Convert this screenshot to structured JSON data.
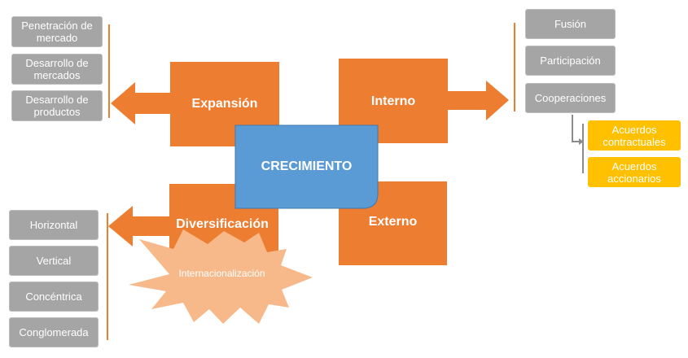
{
  "colors": {
    "orange": "#ed7d31",
    "blue": "#5b9bd5",
    "gray": "#a5a5a5",
    "yellow": "#ffc000",
    "star": "#f7b98a"
  },
  "center": {
    "label": "CRECIMIENTO"
  },
  "quadrants": {
    "expansion": "Expansión",
    "interno": "Interno",
    "diversificacion": "Diversificación",
    "externo": "Externo"
  },
  "star": {
    "label": "Internacionalización"
  },
  "expansion_items": [
    "Penetración de mercado",
    "Desarrollo de mercados",
    "Desarrollo de productos"
  ],
  "diversificacion_items": [
    "Horizontal",
    "Vertical",
    "Concéntrica",
    "Conglomerada"
  ],
  "interno_items": [
    "Fusión",
    "Participación",
    "Cooperaciones"
  ],
  "cooperaciones_items": [
    "Acuerdos contractuales",
    "Acuerdos accionarios"
  ]
}
